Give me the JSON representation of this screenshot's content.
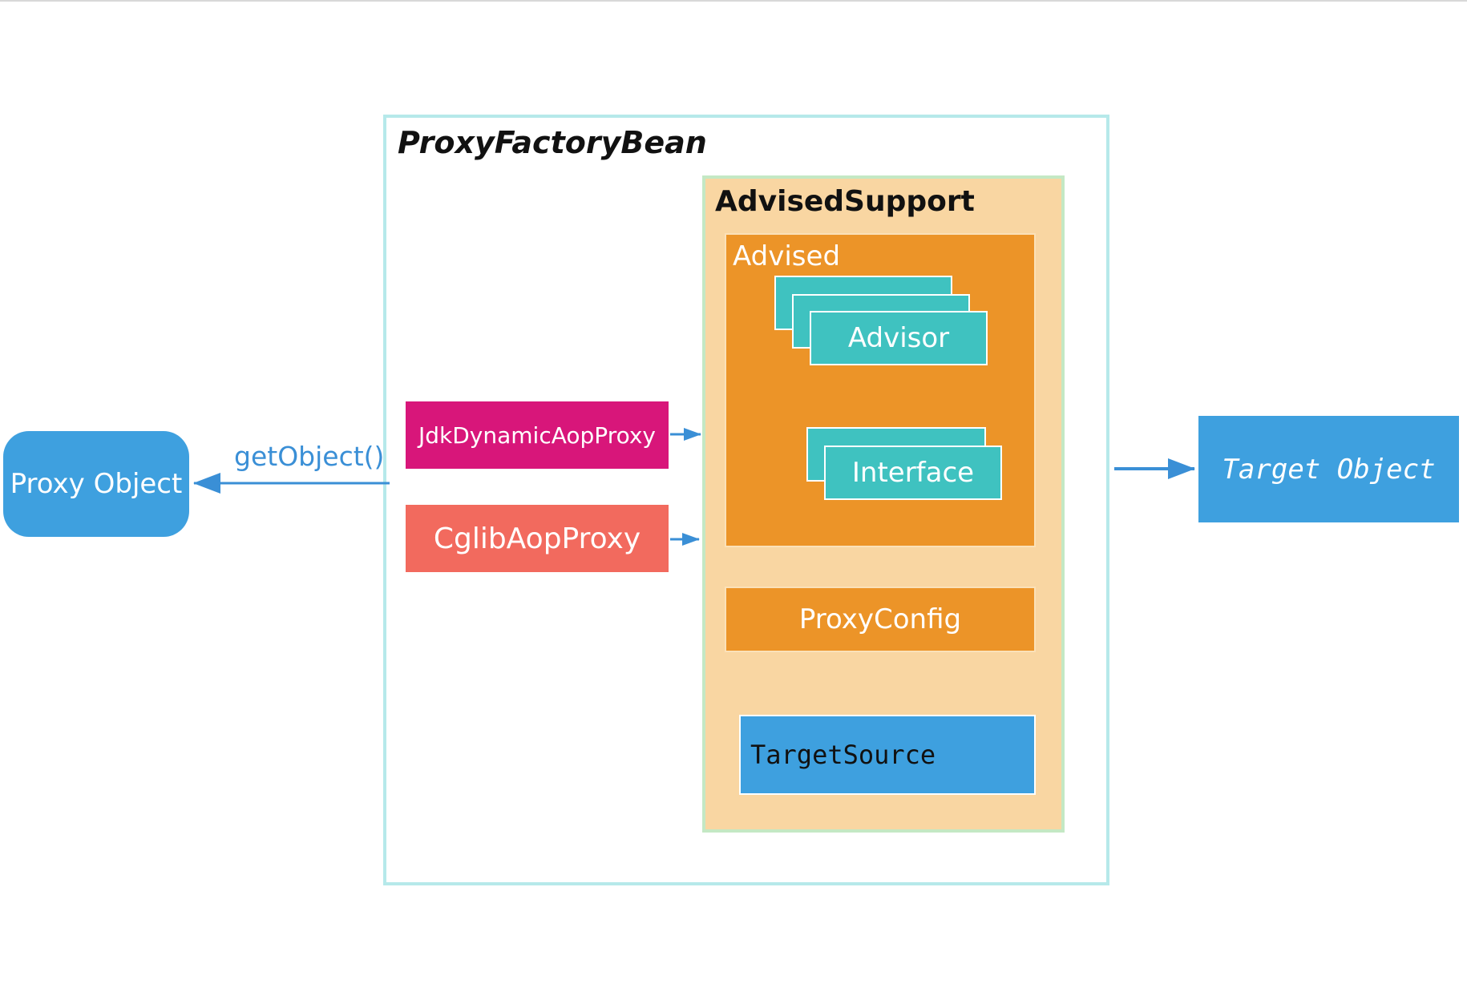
{
  "diagram": {
    "proxy_factory_bean": "ProxyFactoryBean",
    "advised_support": "AdvisedSupport",
    "advised": "Advised",
    "advisor": "Advisor",
    "interface": "Interface",
    "proxy_config": "ProxyConfig",
    "target_source": "TargetSource",
    "jdk_proxy": "JdkDynamicAopProxy",
    "cglib_proxy": "CglibAopProxy",
    "proxy_object": "Proxy Object",
    "get_object": "getObject()",
    "target_object": "Target Object"
  },
  "colors": {
    "frame_border": "#b6e9ea",
    "advised_support_fill": "#f9d6a2",
    "orange": "#ec9428",
    "teal": "#3fc2c0",
    "blue": "#3ea0df",
    "magenta": "#d8167a",
    "salmon": "#f26a5e"
  }
}
